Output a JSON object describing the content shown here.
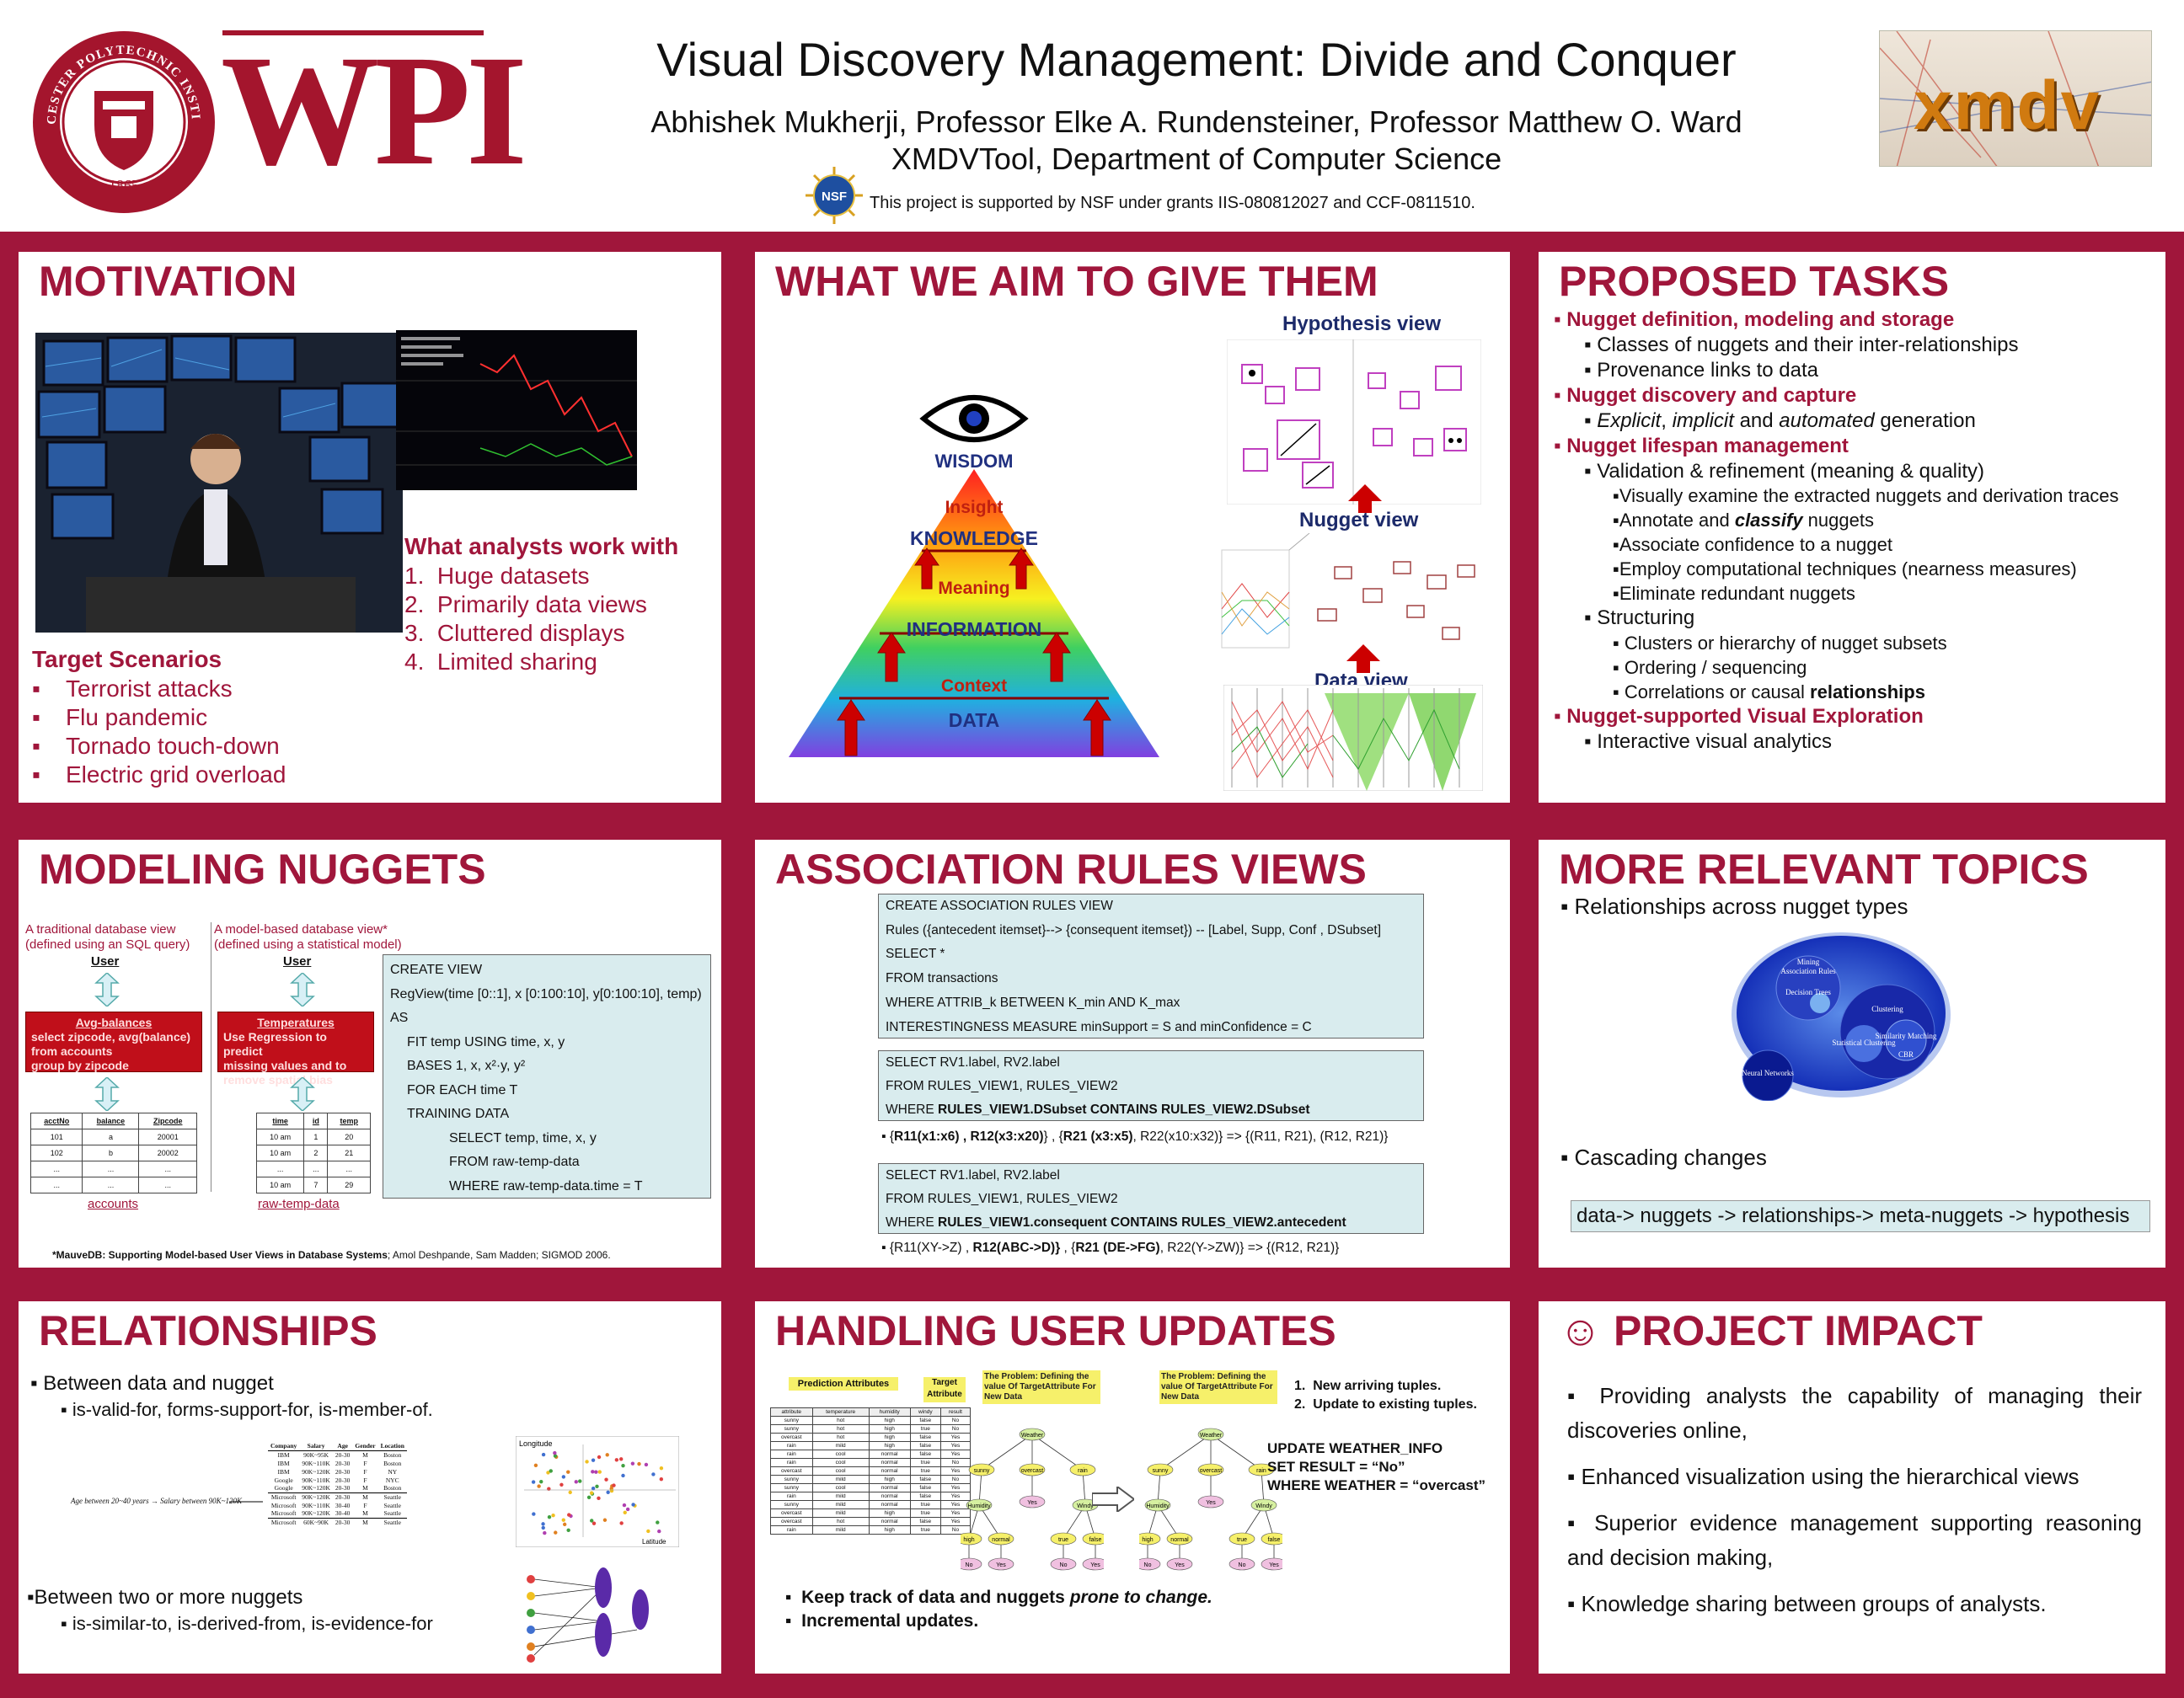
{
  "header": {
    "title": "Visual Discovery Management: Divide and Conquer",
    "authors": "Abhishek Mukherji, Professor Elke A. Rundensteiner, Professor Matthew O. Ward",
    "dept": "XMDVTool, Department of Computer Science",
    "nsf_text": "This project is supported by NSF under grants IIS-080812027 and CCF-0811510.",
    "nsf_logo_text": "NSF",
    "wpi": "WPI",
    "seal_text": "WORCESTER POLYTECHNIC INSTITUTE",
    "seal_year": "1865",
    "xmdv": "xmdv"
  },
  "motivation": {
    "title": "MOTIVATION",
    "analysts_heading": "What analysts work with",
    "analysts_items": [
      "Huge datasets",
      "Primarily data views",
      "Cluttered displays",
      "Limited sharing"
    ],
    "scenarios_heading": "Target Scenarios",
    "scenarios_items": [
      "Terrorist attacks",
      "Flu pandemic",
      "Tornado touch-down",
      "Electric grid overload"
    ]
  },
  "aim": {
    "title": "WHAT WE AIM TO GIVE THEM",
    "pyramid": {
      "wisdom": "WISDOM",
      "insight": "Insight",
      "knowledge": "KNOWLEDGE",
      "meaning": "Meaning",
      "information": "INFORMATION",
      "context": "Context",
      "data": "DATA"
    },
    "hypothesis_view": "Hypothesis view",
    "nugget_view": "Nugget view",
    "data_view": "Data view"
  },
  "tasks": {
    "title": "PROPOSED TASKS",
    "items": [
      {
        "level": 0,
        "text": "Nugget definition, modeling and storage",
        "heading": true
      },
      {
        "level": 1,
        "text": "Classes of nuggets and their inter-relationships"
      },
      {
        "level": 1,
        "text": "Provenance links to data"
      },
      {
        "level": 0,
        "text": "Nugget discovery and capture",
        "heading": true
      },
      {
        "level": 1,
        "html_key": "explicit"
      },
      {
        "level": 0,
        "text": "Nugget lifespan management",
        "heading": true
      },
      {
        "level": 1,
        "text": "Validation & refinement (meaning & quality)"
      },
      {
        "level": 2,
        "text": "Visually examine the extracted nuggets and derivation traces"
      },
      {
        "level": 2,
        "html_key": "classify"
      },
      {
        "level": 2,
        "text": "Associate confidence to a nugget"
      },
      {
        "level": 2,
        "text": "Employ computational techniques (nearness measures)"
      },
      {
        "level": 2,
        "text": "Eliminate redundant nuggets"
      },
      {
        "level": 1,
        "text": "Structuring"
      },
      {
        "level": 3,
        "text": "Clusters or hierarchy of nugget subsets"
      },
      {
        "level": 3,
        "text": "Ordering / sequencing"
      },
      {
        "level": 3,
        "html_key": "relationships"
      },
      {
        "level": 0,
        "text": "Nugget-supported Visual Exploration",
        "heading": true
      },
      {
        "level": 1,
        "text": "Interactive visual analytics"
      }
    ],
    "explicit_a": "Explicit",
    "explicit_b": ", ",
    "explicit_c": "implicit",
    "explicit_d": " and ",
    "explicit_e": "automated",
    "explicit_f": " generation",
    "classify_a": "Annotate and ",
    "classify_b": "classify",
    "classify_c": " nuggets",
    "relationships_a": "Correlations or causal ",
    "relationships_b": "relationships"
  },
  "modeling": {
    "title": "MODELING NUGGETS",
    "trad_label_1": "A traditional database view",
    "trad_label_2": "(defined using an SQL query)",
    "model_label_1": "A model-based database view*",
    "model_label_2": "(defined using a statistical model)",
    "user": "User",
    "redbox1_title": "Avg-balances",
    "redbox1_lines": [
      "select zipcode, avg(balance)",
      "from accounts",
      "group by zipcode"
    ],
    "redbox2_title": "Temperatures",
    "redbox2_lines": [
      "Use Regression to predict",
      "missing values and to",
      "remove spatial bias"
    ],
    "table1_header": [
      "acctNo",
      "balance",
      "Zipcode"
    ],
    "table1_rows": [
      [
        "101",
        "a",
        "20001"
      ],
      [
        "102",
        "b",
        "20002"
      ],
      [
        "...",
        "...",
        "..."
      ],
      [
        "...",
        "...",
        "..."
      ]
    ],
    "table1_caption": "accounts",
    "table2_header": [
      "time",
      "id",
      "temp"
    ],
    "table2_rows": [
      [
        "10 am",
        "1",
        "20"
      ],
      [
        "10 am",
        "2",
        "21"
      ],
      [
        "...",
        "...",
        "..."
      ],
      [
        "10 am",
        "7",
        "29"
      ]
    ],
    "table2_caption": "raw-temp-data",
    "sql_lines": [
      {
        "indent": 0,
        "text": "CREATE VIEW"
      },
      {
        "indent": 0,
        "text": "RegView(time [0::1], x [0:100:10], y[0:100:10], temp)"
      },
      {
        "indent": 0,
        "text": "AS"
      },
      {
        "indent": 1,
        "text": "FIT temp USING time, x, y"
      },
      {
        "indent": 1,
        "text": "BASES 1, x, x²·y, y²"
      },
      {
        "indent": 1,
        "text": "FOR EACH time T"
      },
      {
        "indent": 1,
        "text": "TRAINING DATA"
      },
      {
        "indent": 2,
        "text": "SELECT temp, time, x, y"
      },
      {
        "indent": 2,
        "text": "FROM raw-temp-data"
      },
      {
        "indent": 2,
        "text": "WHERE raw-temp-data.time = T"
      }
    ],
    "footnote_bold": "*MauveDB: Supporting Model-based User Views in Database Systems",
    "footnote_rest": "; Amol Deshpande, Sam Madden; SIGMOD 2006."
  },
  "assoc": {
    "title": "ASSOCIATION RULES VIEWS",
    "box1": [
      "CREATE ASSOCIATION RULES VIEW",
      "Rules ({antecedent itemset}--> {consequent itemset})  -- [Label, Supp, Conf , DSubset]",
      "SELECT *",
      "FROM transactions",
      "WHERE ATTRIB_k BETWEEN K_min AND K_max",
      "INTERESTINGNESS MEASURE minSupport = S and minConfidence = C"
    ],
    "box2_l1": "SELECT RV1.label, RV2.label",
    "box2_l2": "FROM RULES_VIEW1, RULES_VIEW2",
    "box2_l3a": "WHERE ",
    "box2_l3b": "RULES_VIEW1.DSubset CONTAINS RULES_VIEW2.DSubset",
    "rule1_a": "{",
    "rule1_b": "R11(x1:x6) , R12(x3:x20)",
    "rule1_c": "} , {",
    "rule1_d": "R21 (x3:x5)",
    "rule1_e": ", R22(x10:x32)} => {(R11, R21), (R12, R21)}",
    "box3_l1": "SELECT RV1.label, RV2.label",
    "box3_l2": "FROM RULES_VIEW1, RULES_VIEW2",
    "box3_l3a": "WHERE ",
    "box3_l3b": "RULES_VIEW1.consequent CONTAINS RULES_VIEW2.antecedent",
    "rule2_a": "{R11(XY->Z) , ",
    "rule2_b": "R12(ABC->D)}",
    "rule2_c": " , {",
    "rule2_d": "R21 (DE->FG)",
    "rule2_e": ", R22(Y->ZW)} => {(R12, R21)}"
  },
  "topics": {
    "title": "MORE RELEVANT TOPICS",
    "item1": "Relationships across nugget types",
    "item2": "Cascading changes",
    "venn": {
      "mining": "Mining",
      "assoc_rules": "Association Rules",
      "decision_tree": "Decision Trees",
      "clustering": "Clustering",
      "neural": "Neural Networks",
      "stat_clustering": "Statistical Clustering",
      "similarity": "Similarity Matching",
      "cbr": "CBR"
    },
    "cascade": "data-> nuggets -> relationships-> meta-nuggets -> hypothesis"
  },
  "relationships": {
    "title": "RELATIONSHIPS",
    "item1": "Between data and nugget",
    "sub1": "is-valid-for, forms-support-for, is-member-of.",
    "item2": "Between two or more nuggets",
    "sub2": "is-similar-to, is-derived-from, is-evidence-for",
    "side_note": "Age between 20~40 years → Salary between 90K~120K",
    "table_header": [
      "Company",
      "Salary",
      "Age",
      "Gender",
      "Location"
    ],
    "table_rows": [
      [
        "IBM",
        "90K~95K",
        "20-30",
        "M",
        "Boston"
      ],
      [
        "IBM",
        "90K~110K",
        "20-30",
        "F",
        "Boston"
      ],
      [
        "IBM",
        "90K~120K",
        "20-30",
        "F",
        "NY"
      ],
      [
        "Google",
        "90K~110K",
        "20-30",
        "F",
        "NYC"
      ],
      [
        "Google",
        "90K~120K",
        "20-30",
        "M",
        "Boston"
      ],
      [
        "Microsoft",
        "90K~120K",
        "20-30",
        "M",
        "Seattle"
      ],
      [
        "Microsoft",
        "90K~110K",
        "30-40",
        "F",
        "Seattle"
      ],
      [
        "Microsoft",
        "90K~120K",
        "30-40",
        "M",
        "Seattle"
      ],
      [
        "Microsoft",
        "60K~90K",
        "20-30",
        "M",
        "Seattle"
      ]
    ],
    "scatter_y": "Longitude",
    "scatter_x": "Latitude"
  },
  "updates": {
    "title": "HANDLING USER UPDATES",
    "pred_attr": "Prediction Attributes",
    "target_attr": "Target Attribute",
    "problem": "The Problem: Defining the value Of TargetAttribute For New Data",
    "list": [
      "New arriving tuples.",
      "Update to existing tuples."
    ],
    "sql1": "UPDATE WEATHER_INFO",
    "sql2": "SET RESULT = “No”",
    "sql3": "WHERE WEATHER = “overcast”",
    "bullet1_a": "Keep track of data and nuggets ",
    "bullet1_b": "prone to change.",
    "bullet2": "Incremental updates.",
    "tree": {
      "root": "Weather",
      "sunny": "sunny",
      "overcast": "overcast",
      "rain": "rain",
      "humidity": "Humidity",
      "yes": "Yes",
      "windy": "Windy",
      "high": "high",
      "normal": "normal",
      "true": "true",
      "false": "false",
      "no": "No"
    },
    "tbl_header": [
      "attribute",
      "temperature",
      "humidity",
      "windy",
      "result"
    ],
    "tbl_rows": [
      [
        "sunny",
        "hot",
        "high",
        "false",
        "No"
      ],
      [
        "sunny",
        "hot",
        "high",
        "true",
        "No"
      ],
      [
        "overcast",
        "hot",
        "high",
        "false",
        "Yes"
      ],
      [
        "rain",
        "mild",
        "high",
        "false",
        "Yes"
      ],
      [
        "rain",
        "cool",
        "normal",
        "false",
        "Yes"
      ],
      [
        "rain",
        "cool",
        "normal",
        "true",
        "No"
      ],
      [
        "overcast",
        "cool",
        "normal",
        "true",
        "Yes"
      ],
      [
        "sunny",
        "mild",
        "high",
        "false",
        "No"
      ],
      [
        "sunny",
        "cool",
        "normal",
        "false",
        "Yes"
      ],
      [
        "rain",
        "mild",
        "normal",
        "false",
        "Yes"
      ],
      [
        "sunny",
        "mild",
        "normal",
        "true",
        "Yes"
      ],
      [
        "overcast",
        "mild",
        "high",
        "true",
        "Yes"
      ],
      [
        "overcast",
        "hot",
        "normal",
        "false",
        "Yes"
      ],
      [
        "rain",
        "mild",
        "high",
        "true",
        "No"
      ]
    ]
  },
  "impact": {
    "title": "PROJECT IMPACT",
    "smiley": "☺",
    "items": [
      "Providing analysts the capability of managing their discoveries online,",
      "Enhanced visualization using the hierarchical views",
      "Superior evidence management supporting reasoning and decision making,",
      "Knowledge sharing between groups of analysts."
    ]
  },
  "colors": {
    "maroon": "#a0163b",
    "wpi_red": "#a4152d",
    "teal_box": "#d9ecee",
    "red_box": "#c00f1a"
  }
}
